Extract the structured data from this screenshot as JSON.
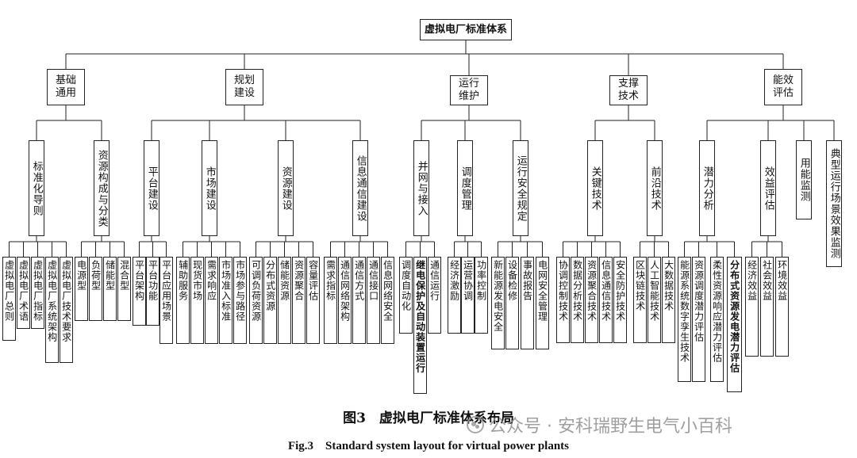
{
  "root": "虚拟电厂标准体系",
  "categories": [
    {
      "label": "基础通用",
      "children": [
        {
          "label": "标准化导则",
          "children": [
            "虚拟电厂总则",
            "虚拟电厂术语",
            "虚拟电厂指标",
            "虚拟电厂系统架构",
            "虚拟电厂技术要求"
          ]
        },
        {
          "label": "资源构成与分类",
          "children": [
            "电源型",
            "负荷型",
            "储能型",
            "混合型"
          ]
        }
      ]
    },
    {
      "label": "规划建设",
      "children": [
        {
          "label": "平台建设",
          "children": [
            "平台架构",
            "平台功能",
            "平台应用场景"
          ]
        },
        {
          "label": "市场建设",
          "children": [
            "辅助服务",
            "现货市场",
            "需求响应",
            "市场准入标准",
            "市场参与路径"
          ]
        },
        {
          "label": "资源建设",
          "children": [
            "可调负荷资源",
            "分布式资源",
            "储能资源",
            "资源聚合",
            "容量评估"
          ]
        },
        {
          "label": "信息通信建设",
          "children": [
            "需求指标",
            "通信网络架构",
            "通信方式",
            "通信接口",
            "信息网络安全"
          ]
        }
      ]
    },
    {
      "label": "运行维护",
      "children": [
        {
          "label": "并网与接入",
          "children": [
            "调度自动化",
            "继电保护及自动装置运行",
            "通信运行"
          ]
        },
        {
          "label": "调度管理",
          "children": [
            "经济激励",
            "运营协调",
            "功率控制"
          ]
        },
        {
          "label": "运行安全规定",
          "children": [
            "新能源发电安全",
            "设备检修",
            "事故报告",
            "电网安全管理"
          ]
        }
      ]
    },
    {
      "label": "支撑技术",
      "children": [
        {
          "label": "关键技术",
          "children": [
            "协调控制技术",
            "数据分析技术",
            "资源聚合技术",
            "信息通信技术",
            "安全防护技术"
          ]
        },
        {
          "label": "前沿技术",
          "children": [
            "区块链技术",
            "人工智能技术",
            "大数据技术"
          ]
        }
      ]
    },
    {
      "label": "能效评估",
      "children": [
        {
          "label": "潜力分析",
          "children": [
            "能源系统数字孪生技术",
            "资源调度潜力评估",
            "柔性资源响应潜力评估",
            "分布式资源发电潜力评估"
          ]
        },
        {
          "label": "效益评估",
          "children": [
            "经济效益",
            "社会效益",
            "环境效益"
          ]
        },
        {
          "label": "用能监测",
          "children": []
        },
        {
          "label": "典型运行场景效果监测",
          "children": []
        }
      ]
    }
  ],
  "caption": {
    "zh": "图3　虚拟电厂标准体系布局",
    "en": "Fig.3　Standard system layout for virtual power plants"
  },
  "watermark": {
    "icon": "wechat-icon",
    "text": "公众号 · 安科瑞野生电气小百科"
  }
}
